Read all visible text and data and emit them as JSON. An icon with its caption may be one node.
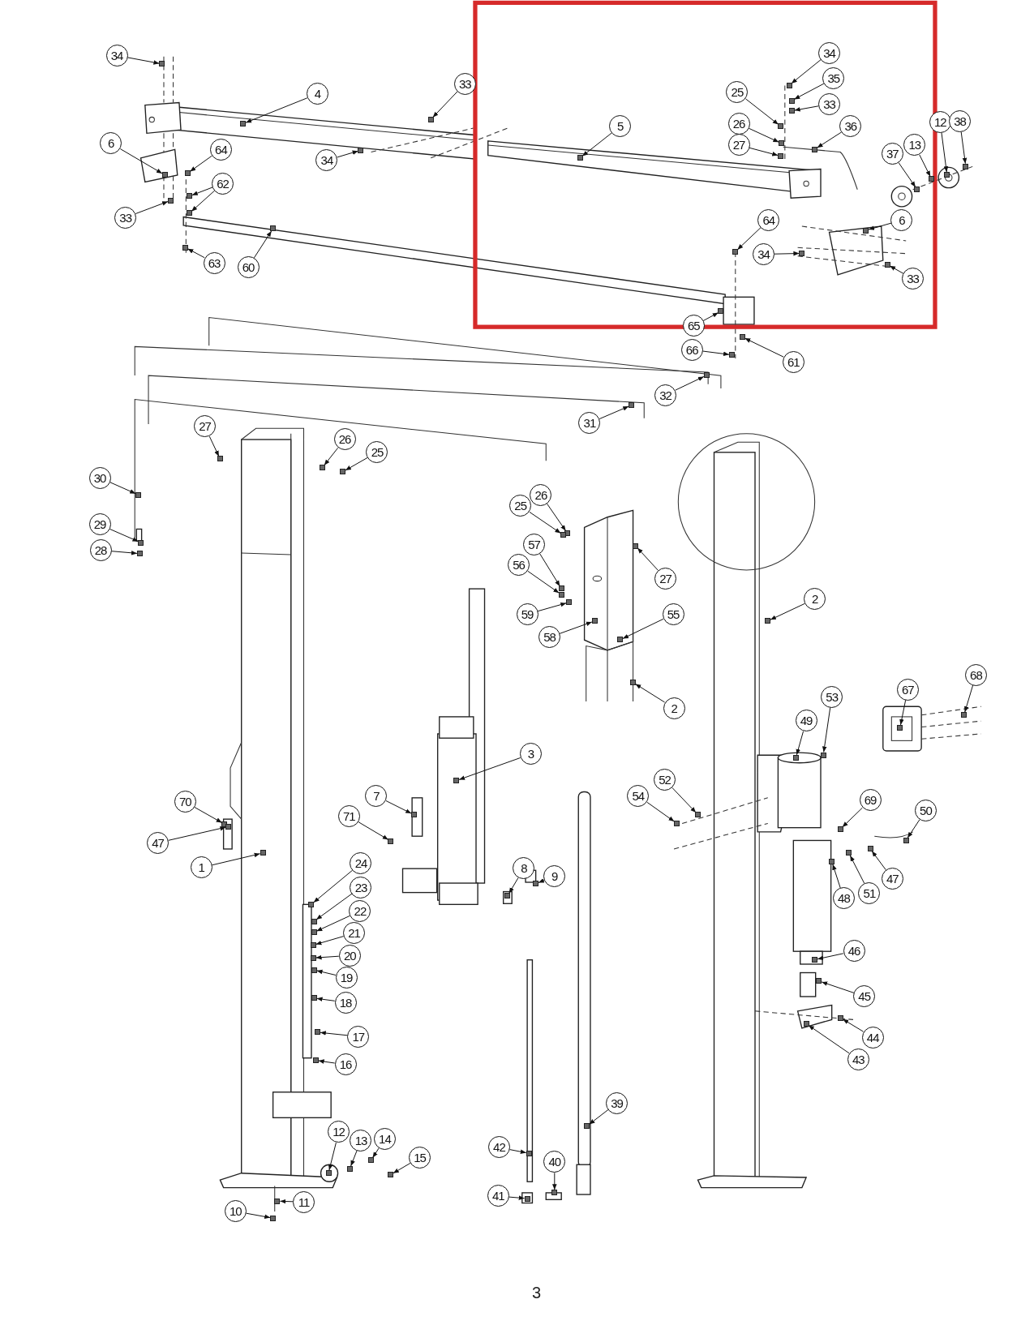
{
  "diagram": {
    "nodes": [
      {
        "text": [
          "34"
        ]
      },
      {
        "text": [
          "4"
        ]
      },
      {
        "text": [
          "33"
        ]
      },
      {
        "text": [
          "34"
        ]
      },
      {
        "text": [
          "6"
        ]
      },
      {
        "text": [
          "64"
        ]
      },
      {
        "text": [
          "62"
        ]
      },
      {
        "text": [
          "33"
        ]
      },
      {
        "text": [
          "63"
        ]
      },
      {
        "text": [
          "60"
        ]
      },
      {
        "text": [
          "5"
        ]
      },
      {
        "text": [
          "34"
        ]
      },
      {
        "text": [
          "35"
        ]
      },
      {
        "text": [
          "33"
        ]
      },
      {
        "text": [
          "25"
        ]
      },
      {
        "text": [
          "26"
        ]
      },
      {
        "text": [
          "27"
        ]
      },
      {
        "text": [
          "36"
        ]
      },
      {
        "text": [
          "37"
        ]
      },
      {
        "text": [
          "13"
        ]
      },
      {
        "text": [
          "12"
        ]
      },
      {
        "text": [
          "38"
        ]
      },
      {
        "text": [
          "64"
        ]
      },
      {
        "text": [
          "6"
        ]
      },
      {
        "text": [
          "34"
        ]
      },
      {
        "text": [
          "33"
        ]
      },
      {
        "text": [
          "65"
        ]
      },
      {
        "text": [
          "66"
        ]
      },
      {
        "text": [
          "61"
        ]
      },
      {
        "text": [
          "32"
        ]
      },
      {
        "text": [
          "31"
        ]
      },
      {
        "text": [
          "27"
        ]
      },
      {
        "text": [
          "26"
        ]
      },
      {
        "text": [
          "25"
        ]
      },
      {
        "text": [
          "30"
        ]
      },
      {
        "text": [
          "29"
        ]
      },
      {
        "text": [
          "28"
        ]
      },
      {
        "text": [
          "26"
        ]
      },
      {
        "text": [
          "25"
        ]
      },
      {
        "text": [
          "57"
        ]
      },
      {
        "text": [
          "56"
        ]
      },
      {
        "text": [
          "59"
        ]
      },
      {
        "text": [
          "58"
        ]
      },
      {
        "text": [
          "27"
        ]
      },
      {
        "text": [
          "55"
        ]
      },
      {
        "text": [
          "2"
        ]
      },
      {
        "text": [
          "2"
        ]
      },
      {
        "text": [
          "3"
        ]
      },
      {
        "text": [
          "7"
        ]
      },
      {
        "text": [
          "71"
        ]
      },
      {
        "text": [
          "70"
        ]
      },
      {
        "text": [
          "47"
        ]
      },
      {
        "text": [
          "1"
        ]
      },
      {
        "text": [
          "8"
        ]
      },
      {
        "text": [
          "9"
        ]
      },
      {
        "text": [
          "24"
        ]
      },
      {
        "text": [
          "23"
        ]
      },
      {
        "text": [
          "22"
        ]
      },
      {
        "text": [
          "21"
        ]
      },
      {
        "text": [
          "20"
        ]
      },
      {
        "text": [
          "19"
        ]
      },
      {
        "text": [
          "18"
        ]
      },
      {
        "text": [
          "17"
        ]
      },
      {
        "text": [
          "16"
        ]
      },
      {
        "text": [
          "12"
        ]
      },
      {
        "text": [
          "13"
        ]
      },
      {
        "text": [
          "14"
        ]
      },
      {
        "text": [
          "15"
        ]
      },
      {
        "text": [
          "10"
        ]
      },
      {
        "text": [
          "11"
        ]
      },
      {
        "text": [
          "53"
        ]
      },
      {
        "text": [
          "49"
        ]
      },
      {
        "text": [
          "67"
        ]
      },
      {
        "text": [
          "68"
        ]
      },
      {
        "text": [
          "52"
        ]
      },
      {
        "text": [
          "54"
        ]
      },
      {
        "text": [
          "69"
        ]
      },
      {
        "text": [
          "50"
        ]
      },
      {
        "text": [
          "47"
        ]
      },
      {
        "text": [
          "51"
        ]
      },
      {
        "text": [
          "48"
        ]
      },
      {
        "text": [
          "46"
        ]
      },
      {
        "text": [
          "45"
        ]
      },
      {
        "text": [
          "44"
        ]
      },
      {
        "text": [
          "43"
        ]
      },
      {
        "text": [
          "39"
        ]
      },
      {
        "text": [
          "42"
        ]
      },
      {
        "text": [
          "40"
        ]
      },
      {
        "text": [
          "41"
        ]
      },
      {
        "text": [],
        "shape": "box"
      },
      {
        "text": [],
        "shape": "box"
      },
      {
        "text": [],
        "shape": "box"
      },
      {
        "text": [],
        "shape": "box"
      },
      {
        "text": [],
        "shape": "box"
      },
      {
        "text": [],
        "shape": "box"
      },
      {
        "text": [],
        "shape": "box"
      },
      {
        "text": [],
        "shape": "box"
      },
      {
        "text": [],
        "shape": "box"
      },
      {
        "text": [],
        "shape": "box"
      },
      {
        "text": [],
        "shape": "box"
      },
      {
        "text": [],
        "shape": "box"
      },
      {
        "text": [],
        "shape": "box"
      },
      {
        "text": [],
        "shape": "box"
      },
      {
        "text": [],
        "shape": "box"
      },
      {
        "text": [],
        "shape": "box"
      },
      {
        "text": [],
        "shape": "box"
      },
      {
        "text": [],
        "shape": "box"
      },
      {
        "text": [],
        "shape": "box"
      },
      {
        "text": [],
        "shape": "box"
      },
      {
        "text": [],
        "shape": "box"
      },
      {
        "text": [],
        "shape": "box"
      },
      {
        "text": [],
        "shape": "box"
      },
      {
        "text": [],
        "shape": "box"
      },
      {
        "text": [],
        "shape": "box"
      },
      {
        "text": [],
        "shape": "box"
      },
      {
        "text": [],
        "shape": "box"
      },
      {
        "text": [],
        "shape": "box"
      },
      {
        "text": [],
        "shape": "box"
      },
      {
        "text": [],
        "shape": "box"
      },
      {
        "text": [],
        "shape": "box"
      },
      {
        "text": [],
        "shape": "box"
      },
      {
        "text": [],
        "shape": "box"
      },
      {
        "text": [],
        "shape": "box"
      },
      {
        "text": [],
        "shape": "box"
      },
      {
        "text": [],
        "shape": "box"
      },
      {
        "text": [],
        "shape": "box"
      },
      {
        "text": [],
        "shape": "box"
      },
      {
        "text": [],
        "shape": "box"
      },
      {
        "text": [],
        "shape": "box"
      },
      {
        "text": [],
        "shape": "box"
      },
      {
        "text": [],
        "shape": "box"
      },
      {
        "text": [],
        "shape": "box"
      },
      {
        "text": [],
        "shape": "box"
      },
      {
        "text": [],
        "shape": "box"
      },
      {
        "text": [],
        "shape": "box"
      },
      {
        "text": [],
        "shape": "box"
      },
      {
        "text": [],
        "shape": "box"
      },
      {
        "text": [],
        "shape": "box"
      },
      {
        "text": [],
        "shape": "box"
      },
      {
        "text": [],
        "shape": "box"
      },
      {
        "text": [],
        "shape": "box"
      },
      {
        "text": [],
        "shape": "box"
      },
      {
        "text": [],
        "shape": "box"
      },
      {
        "text": [],
        "shape": "box"
      },
      {
        "text": [],
        "shape": "box"
      },
      {
        "text": [],
        "shape": "box"
      },
      {
        "text": [],
        "shape": "box"
      },
      {
        "text": [],
        "shape": "box"
      },
      {
        "text": [],
        "shape": "box"
      },
      {
        "text": [],
        "shape": "box"
      },
      {
        "text": [],
        "shape": "box"
      },
      {
        "text": [],
        "shape": "box"
      },
      {
        "text": [],
        "shape": "box"
      },
      {
        "text": [],
        "shape": "box"
      },
      {
        "text": [],
        "shape": "box"
      },
      {
        "text": [],
        "shape": "box"
      },
      {
        "text": [],
        "shape": "box"
      },
      {
        "text": [],
        "shape": "box"
      },
      {
        "text": [],
        "shape": "box"
      },
      {
        "text": [],
        "shape": "box"
      },
      {
        "text": [],
        "shape": "box"
      },
      {
        "text": [],
        "shape": "box"
      },
      {
        "text": [],
        "shape": "box"
      },
      {
        "text": [],
        "shape": "box"
      },
      {
        "text": [],
        "shape": "box"
      },
      {
        "text": [],
        "shape": "box"
      },
      {
        "text": [],
        "shape": "box"
      },
      {
        "text": [],
        "shape": "box"
      },
      {
        "text": [],
        "shape": "box"
      },
      {
        "text": [],
        "shape": "box"
      },
      {
        "text": [],
        "shape": "box"
      },
      {
        "text": [],
        "shape": "box"
      },
      {
        "text": [],
        "shape": "box"
      },
      {
        "text": [],
        "shape": "box"
      },
      {
        "text": [],
        "shape": "box"
      },
      {
        "text": [],
        "shape": "box"
      },
      {
        "text": [],
        "shape": "box"
      },
      {
        "text": [],
        "shape": "box"
      },
      {
        "text": [],
        "shape": "box"
      }
    ],
    "edges": [
      {
        "from": 0,
        "to": 89,
        "arrow": "to"
      },
      {
        "from": 1,
        "to": 90,
        "arrow": "to"
      },
      {
        "from": 2,
        "to": 91,
        "arrow": "to"
      },
      {
        "from": 3,
        "to": 92,
        "arrow": "to"
      },
      {
        "from": 4,
        "to": 93,
        "arrow": "to"
      },
      {
        "from": 5,
        "to": 94,
        "arrow": "to"
      },
      {
        "from": 6,
        "to": 95,
        "arrow": "to"
      },
      {
        "from": 7,
        "to": 96,
        "arrow": "to"
      },
      {
        "from": 8,
        "to": 97,
        "arrow": "to"
      },
      {
        "from": 9,
        "to": 98,
        "arrow": "to"
      },
      {
        "from": 10,
        "to": 99,
        "arrow": "to"
      },
      {
        "from": 11,
        "to": 100,
        "arrow": "to"
      },
      {
        "from": 12,
        "to": 101,
        "arrow": "to"
      },
      {
        "from": 13,
        "to": 102,
        "arrow": "to"
      },
      {
        "from": 14,
        "to": 103,
        "arrow": "to"
      },
      {
        "from": 15,
        "to": 104,
        "arrow": "to"
      },
      {
        "from": 16,
        "to": 105,
        "arrow": "to"
      },
      {
        "from": 17,
        "to": 106,
        "arrow": "to"
      },
      {
        "from": 18,
        "to": 107,
        "arrow": "to"
      },
      {
        "from": 19,
        "to": 108,
        "arrow": "to"
      },
      {
        "from": 20,
        "to": 109,
        "arrow": "to"
      },
      {
        "from": 21,
        "to": 110,
        "arrow": "to"
      },
      {
        "from": 22,
        "to": 111,
        "arrow": "to"
      },
      {
        "from": 23,
        "to": 112,
        "arrow": "to"
      },
      {
        "from": 24,
        "to": 113,
        "arrow": "to"
      },
      {
        "from": 25,
        "to": 114,
        "arrow": "to"
      },
      {
        "from": 26,
        "to": 115,
        "arrow": "to"
      },
      {
        "from": 27,
        "to": 116,
        "arrow": "to"
      },
      {
        "from": 28,
        "to": 117,
        "arrow": "to"
      },
      {
        "from": 29,
        "to": 118,
        "arrow": "to"
      },
      {
        "from": 30,
        "to": 119,
        "arrow": "to"
      },
      {
        "from": 31,
        "to": 120,
        "arrow": "to"
      },
      {
        "from": 32,
        "to": 121,
        "arrow": "to"
      },
      {
        "from": 33,
        "to": 122,
        "arrow": "to"
      },
      {
        "from": 34,
        "to": 123,
        "arrow": "to"
      },
      {
        "from": 35,
        "to": 124,
        "arrow": "to"
      },
      {
        "from": 36,
        "to": 125,
        "arrow": "to"
      },
      {
        "from": 37,
        "to": 126,
        "arrow": "to"
      },
      {
        "from": 38,
        "to": 127,
        "arrow": "to"
      },
      {
        "from": 39,
        "to": 128,
        "arrow": "to"
      },
      {
        "from": 40,
        "to": 129,
        "arrow": "to"
      },
      {
        "from": 41,
        "to": 130,
        "arrow": "to"
      },
      {
        "from": 42,
        "to": 131,
        "arrow": "to"
      },
      {
        "from": 43,
        "to": 132,
        "arrow": "to"
      },
      {
        "from": 44,
        "to": 133,
        "arrow": "to"
      },
      {
        "from": 45,
        "to": 134,
        "arrow": "to"
      },
      {
        "from": 46,
        "to": 135,
        "arrow": "to"
      },
      {
        "from": 47,
        "to": 136,
        "arrow": "to"
      },
      {
        "from": 48,
        "to": 137,
        "arrow": "to"
      },
      {
        "from": 49,
        "to": 138,
        "arrow": "to"
      },
      {
        "from": 50,
        "to": 139,
        "arrow": "to"
      },
      {
        "from": 51,
        "to": 140,
        "arrow": "to"
      },
      {
        "from": 52,
        "to": 141,
        "arrow": "to"
      },
      {
        "from": 53,
        "to": 142,
        "arrow": "to"
      },
      {
        "from": 54,
        "to": 143,
        "arrow": "to"
      },
      {
        "from": 55,
        "to": 144,
        "arrow": "to"
      },
      {
        "from": 56,
        "to": 145,
        "arrow": "to"
      },
      {
        "from": 57,
        "to": 146,
        "arrow": "to"
      },
      {
        "from": 58,
        "to": 147,
        "arrow": "to"
      },
      {
        "from": 59,
        "to": 148,
        "arrow": "to"
      },
      {
        "from": 60,
        "to": 149,
        "arrow": "to"
      },
      {
        "from": 61,
        "to": 150,
        "arrow": "to"
      },
      {
        "from": 62,
        "to": 151,
        "arrow": "to"
      },
      {
        "from": 63,
        "to": 152,
        "arrow": "to"
      },
      {
        "from": 64,
        "to": 153,
        "arrow": "to"
      },
      {
        "from": 65,
        "to": 154,
        "arrow": "to"
      },
      {
        "from": 66,
        "to": 155,
        "arrow": "to"
      },
      {
        "from": 67,
        "to": 156,
        "arrow": "to"
      },
      {
        "from": 68,
        "to": 157,
        "arrow": "to"
      },
      {
        "from": 69,
        "to": 158,
        "arrow": "to"
      },
      {
        "from": 70,
        "to": 159,
        "arrow": "to"
      },
      {
        "from": 71,
        "to": 160,
        "arrow": "to"
      },
      {
        "from": 72,
        "to": 161,
        "arrow": "to"
      },
      {
        "from": 73,
        "to": 162,
        "arrow": "to"
      },
      {
        "from": 74,
        "to": 163,
        "arrow": "to"
      },
      {
        "from": 75,
        "to": 164,
        "arrow": "to"
      },
      {
        "from": 76,
        "to": 165,
        "arrow": "to"
      },
      {
        "from": 77,
        "to": 166,
        "arrow": "to"
      },
      {
        "from": 78,
        "to": 167,
        "arrow": "to"
      },
      {
        "from": 79,
        "to": 168,
        "arrow": "to"
      },
      {
        "from": 80,
        "to": 169,
        "arrow": "to"
      },
      {
        "from": 81,
        "to": 170,
        "arrow": "to"
      },
      {
        "from": 82,
        "to": 171,
        "arrow": "to"
      },
      {
        "from": 83,
        "to": 172,
        "arrow": "to"
      },
      {
        "from": 84,
        "to": 173,
        "arrow": "to"
      },
      {
        "from": 85,
        "to": 174,
        "arrow": "to"
      },
      {
        "from": 86,
        "to": 175,
        "arrow": "to"
      },
      {
        "from": 87,
        "to": 176,
        "arrow": "to"
      },
      {
        "from": 88,
        "to": 177,
        "arrow": "to"
      },
      {
        "from": 6,
        "to": 178,
        "arrow": "to"
      }
    ],
    "labels": [
      "3"
    ]
  }
}
